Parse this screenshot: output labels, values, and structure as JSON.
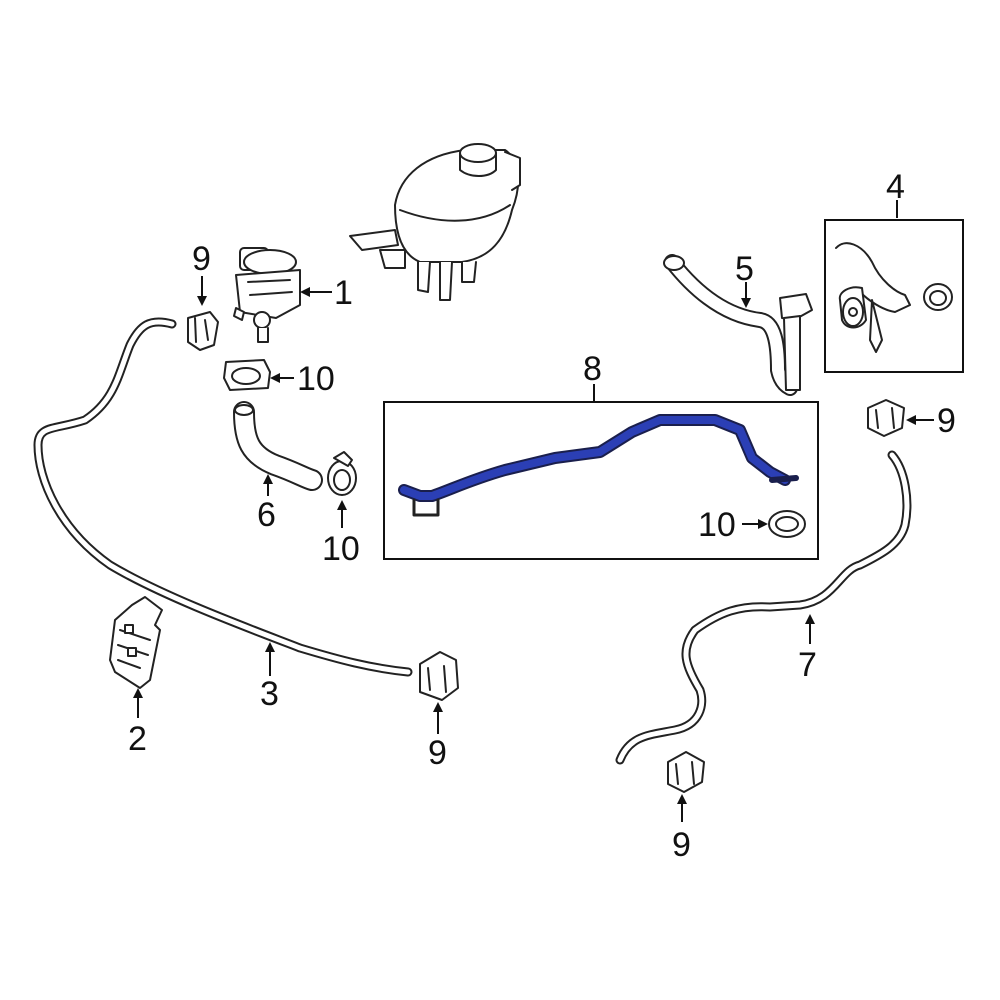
{
  "callouts": {
    "c1": "1",
    "c2": "2",
    "c3": "3",
    "c4": "4",
    "c5": "5",
    "c6": "6",
    "c7": "7",
    "c8": "8",
    "c9a": "9",
    "c9b": "9",
    "c9c": "9",
    "c9d": "9",
    "c10a": "10",
    "c10b": "10",
    "c10c": "10"
  },
  "colors": {
    "highlight": "#2b3fb5",
    "outline": "#222222",
    "background": "#ffffff"
  }
}
